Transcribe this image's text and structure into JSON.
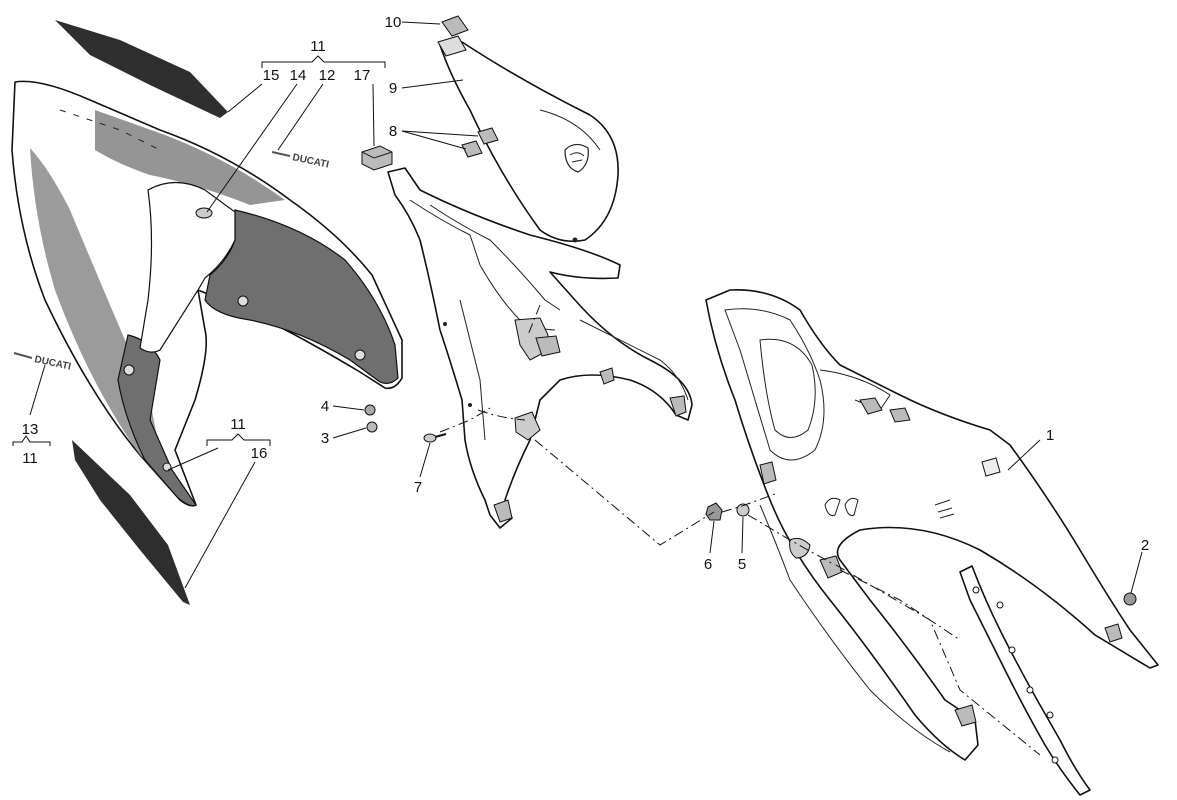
{
  "callouts": {
    "c11_top": "11",
    "c15": "15",
    "c14": "14",
    "c12": "12",
    "c17": "17",
    "c10": "10",
    "c9": "9",
    "c8": "8",
    "c4": "4",
    "c3": "3",
    "c7": "7",
    "c13": "13",
    "c11_left": "11",
    "c11_mid": "11",
    "c16": "16",
    "c6": "6",
    "c5": "5",
    "c1": "1",
    "c2": "2"
  },
  "decals": {
    "logo_upper": "DUCATI",
    "logo_left": "DUCATI"
  },
  "colors": {
    "line": "#111111",
    "panel_gray": "#8a8a8a",
    "panel_dark": "#6f6f6f",
    "stripe": "#2e2e2e"
  }
}
